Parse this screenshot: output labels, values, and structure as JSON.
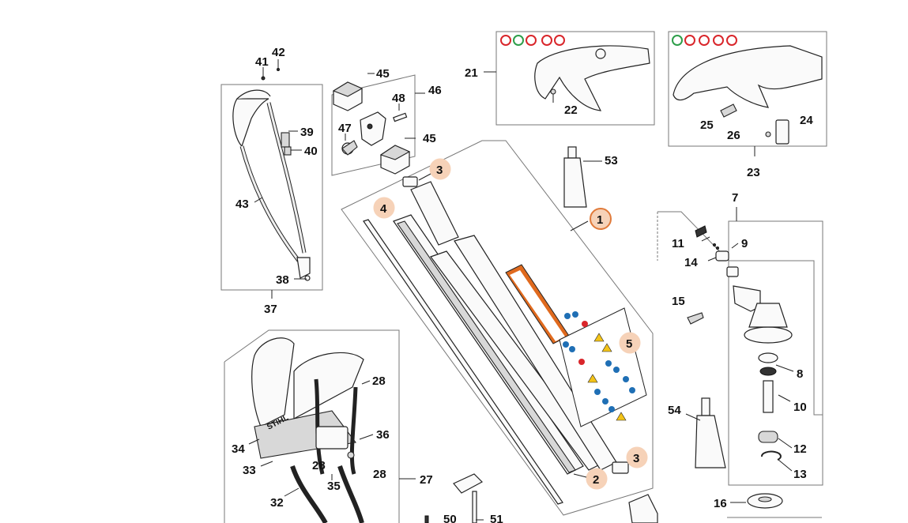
{
  "callouts": {
    "c1": "1",
    "c2": "2",
    "c3a": "3",
    "c3b": "3",
    "c4": "4",
    "c5": "5",
    "c7": "7",
    "c8": "8",
    "c9": "9",
    "c10": "10",
    "c11": "11",
    "c12": "12",
    "c13": "13",
    "c14": "14",
    "c15": "15",
    "c16": "16",
    "c21": "21",
    "c22": "22",
    "c23": "23",
    "c24": "24",
    "c25": "25",
    "c26": "26",
    "c27": "27",
    "c28a": "28",
    "c28b": "28",
    "c28c": "28",
    "c32": "32",
    "c33": "33",
    "c34": "34",
    "c35": "35",
    "c36": "36",
    "c37": "37",
    "c38": "38",
    "c39": "39",
    "c40": "40",
    "c41": "41",
    "c42": "42",
    "c43": "43",
    "c45a": "45",
    "c45b": "45",
    "c46": "46",
    "c47": "47",
    "c48": "48",
    "c50": "50",
    "c51": "51",
    "c53": "53",
    "c54": "54"
  },
  "harness_brand_label": "STIHL",
  "highlight_color": "#f6d2b8",
  "highlight_stroke_color": "#e07a3a",
  "warning_colors": {
    "prohibit": "#d9262b",
    "allow": "#2e9e4a",
    "safety_blue": "#1f6fb5",
    "caution_yellow": "#f3c318",
    "stripe_orange": "#e06a1e"
  }
}
